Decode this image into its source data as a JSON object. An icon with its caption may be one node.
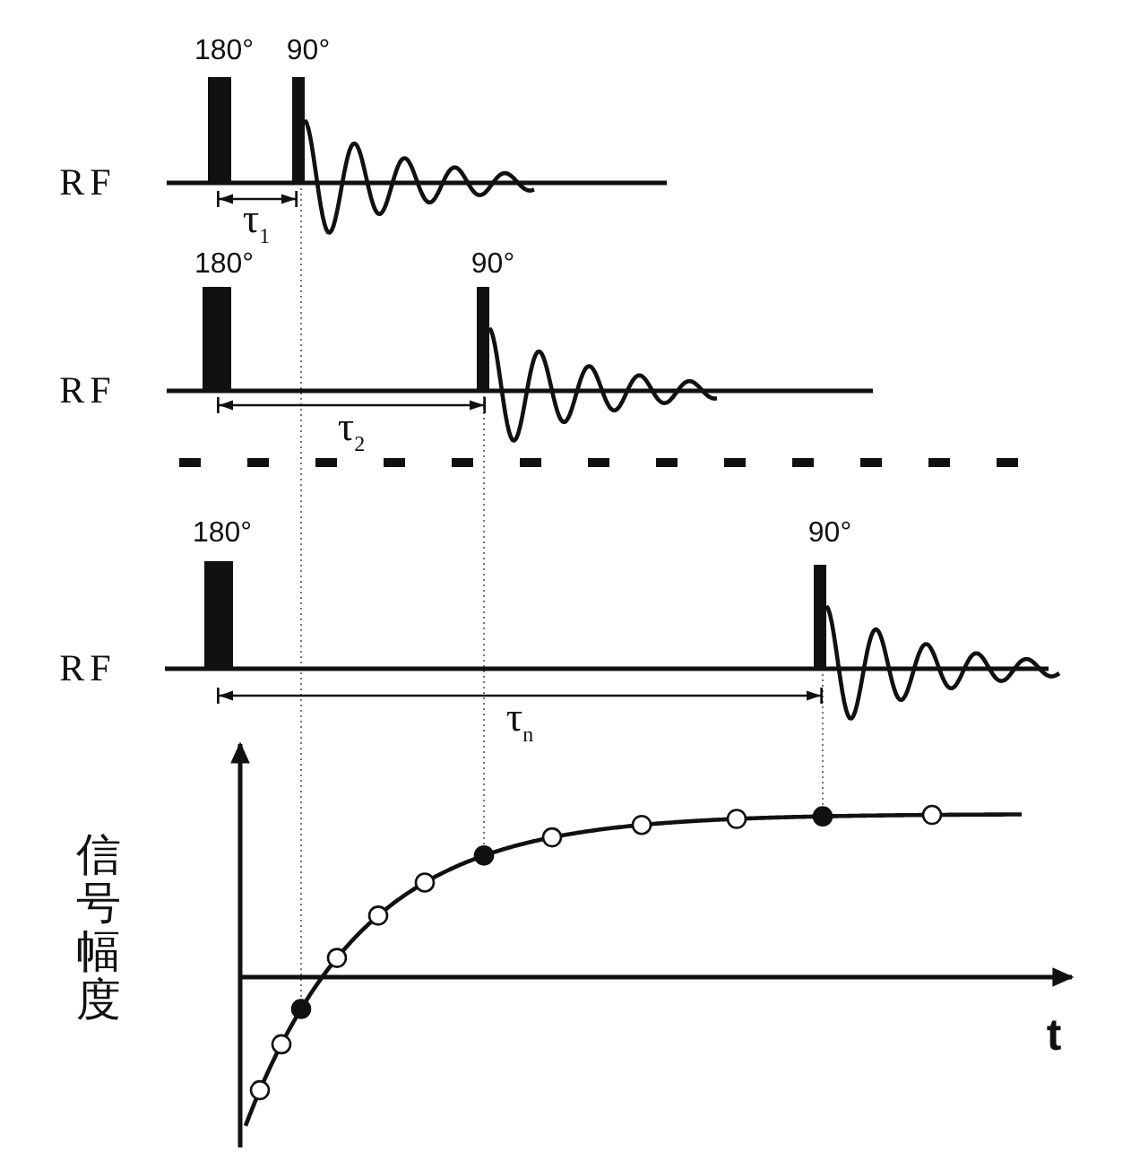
{
  "diagram": {
    "labels": [
      "180°",
      "90°",
      "RF",
      "τ$_{1}$",
      "180°",
      "90°",
      "RF",
      "τ$_{2}$",
      "180°",
      "90°",
      "RF",
      "τ$_{n}$",
      "信号幅度",
      "t"
    ]
  }
}
